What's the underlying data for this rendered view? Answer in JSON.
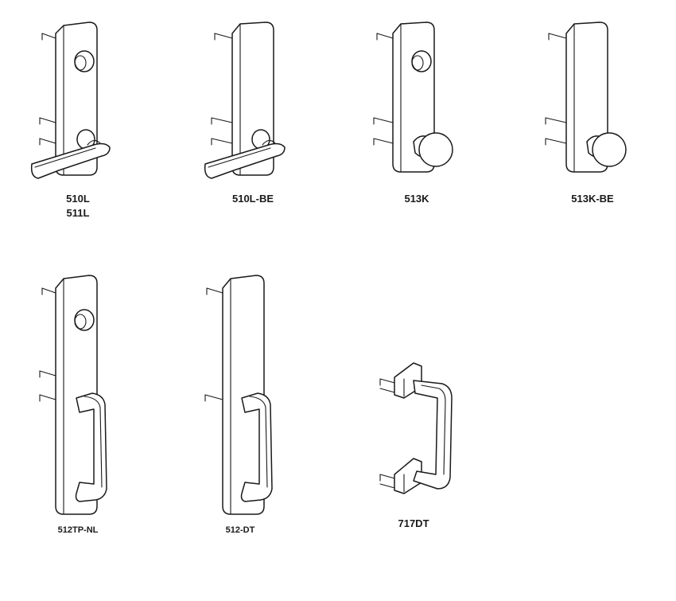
{
  "figure": {
    "items": [
      {
        "name": "lever-trim-510l",
        "labels": [
          "510L",
          "511L"
        ]
      },
      {
        "name": "lever-trim-510l-be",
        "labels": [
          "510L-BE"
        ]
      },
      {
        "name": "knob-trim-513k",
        "labels": [
          "513K"
        ]
      },
      {
        "name": "knob-trim-513k-be",
        "labels": [
          "513K-BE"
        ]
      },
      {
        "name": "pull-trim-512tp-nl",
        "labels": [
          "512TP-NL"
        ]
      },
      {
        "name": "pull-trim-512-dt",
        "labels": [
          "512-DT"
        ]
      },
      {
        "name": "pull-handle-717dt",
        "labels": [
          "717DT"
        ]
      }
    ]
  }
}
